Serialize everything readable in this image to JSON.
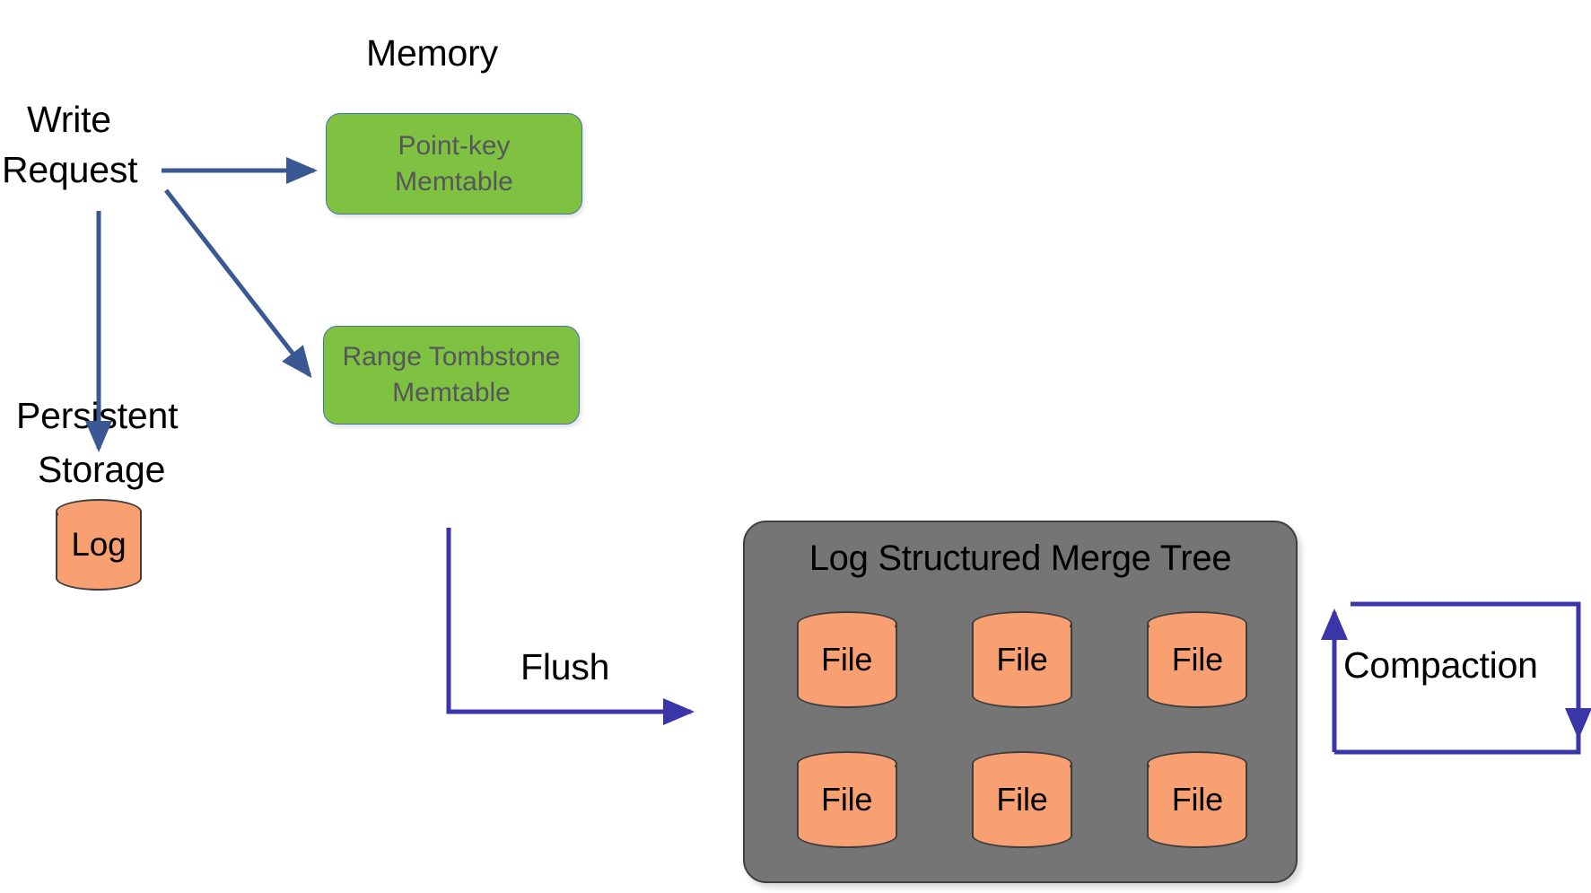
{
  "diagram": {
    "title": "LSM write path diagram",
    "labels": {
      "memory": "Memory",
      "write": "Write",
      "request": "Request",
      "persistent": "Persistent",
      "storage": "Storage",
      "flush": "Flush",
      "compaction": "Compaction"
    },
    "memtables": [
      {
        "id": "point-key",
        "line1": "Point-key",
        "line2": "Memtable"
      },
      {
        "id": "range-tombstone",
        "line1": "Range Tombstone",
        "line2": "Memtable"
      }
    ],
    "log": {
      "label": "Log"
    },
    "lsm": {
      "title": "Log Structured Merge Tree",
      "files": [
        {
          "label": "File"
        },
        {
          "label": "File"
        },
        {
          "label": "File"
        },
        {
          "label": "File"
        },
        {
          "label": "File"
        },
        {
          "label": "File"
        }
      ]
    },
    "colors": {
      "memtable_fill": "#7FC241",
      "memtable_border": "#4671A8",
      "memtable_text": "#55575A",
      "cylinder_fill": "#F9A072",
      "cylinder_border": "#3E3E3E",
      "lsm_fill": "#757575",
      "lsm_border": "#3F3F3F",
      "arrow_write": "#3A5894",
      "arrow_flow": "#3A35A8",
      "text": "#000000",
      "background": "#FFFFFF"
    },
    "arrows": [
      {
        "name": "write-to-point-key-memtable",
        "from": "Write Request",
        "to": "Point-key Memtable"
      },
      {
        "name": "write-to-range-tombstone-memtable",
        "from": "Write Request",
        "to": "Range Tombstone Memtable"
      },
      {
        "name": "write-to-log",
        "from": "Write Request",
        "to": "Log"
      },
      {
        "name": "flush-to-lsm",
        "from": "Memtable",
        "to": "Log Structured Merge Tree",
        "label": "Flush"
      },
      {
        "name": "compaction-loop",
        "from": "Log Structured Merge Tree",
        "to": "Log Structured Merge Tree",
        "label": "Compaction"
      }
    ]
  }
}
